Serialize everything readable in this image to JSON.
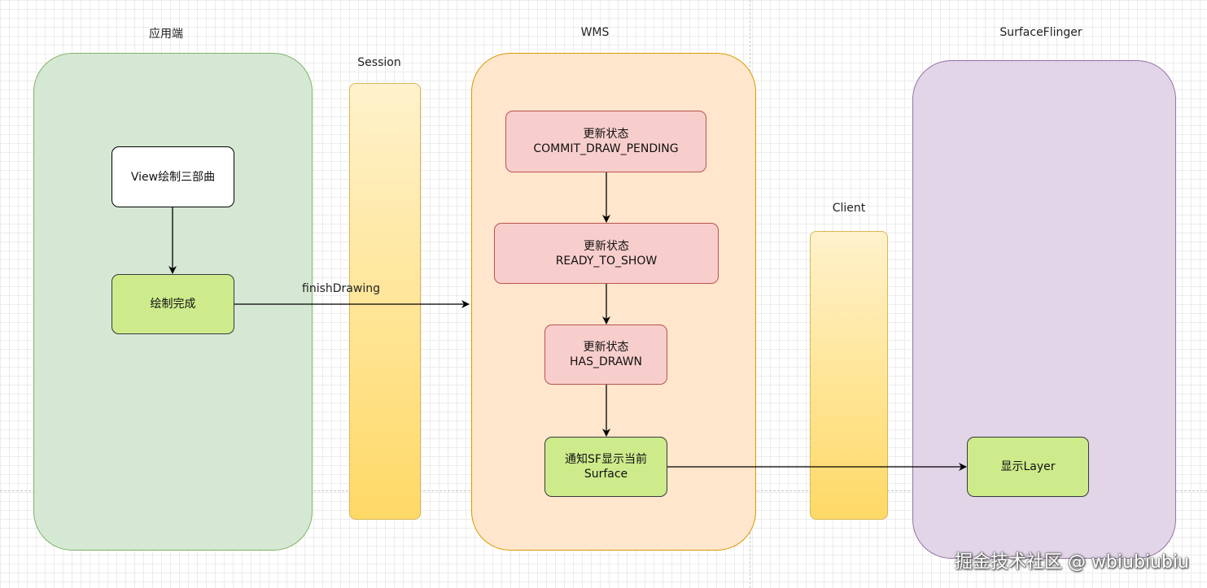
{
  "lanes": {
    "app": {
      "title": "应用端",
      "fill": "#d5e8d4",
      "stroke": "#82b366"
    },
    "session": {
      "title": "Session"
    },
    "wms": {
      "title": "WMS",
      "fill": "#ffe6cc",
      "stroke": "#d79b00"
    },
    "client": {
      "title": "Client"
    },
    "surfaceflinger": {
      "title": "SurfaceFlinger",
      "fill": "#e1d5e7",
      "stroke": "#9673a6"
    }
  },
  "nodes": {
    "view_draw": {
      "line1": "View绘制三部曲"
    },
    "draw_done": {
      "line1": "绘制完成"
    },
    "state_commit": {
      "line1": "更新状态",
      "line2": "COMMIT_DRAW_PENDING"
    },
    "state_ready": {
      "line1": "更新状态",
      "line2": "READY_TO_SHOW"
    },
    "state_drawn": {
      "line1": "更新状态",
      "line2": "HAS_DRAWN"
    },
    "notify_sf": {
      "line1": "通知SF显示当前",
      "line2": "Surface"
    },
    "show_layer": {
      "line1": "显示Layer"
    }
  },
  "edges": {
    "finish_drawing": {
      "label": "finishDrawing"
    }
  },
  "watermark": "掘金技术社区 @ wbiubiubiu"
}
